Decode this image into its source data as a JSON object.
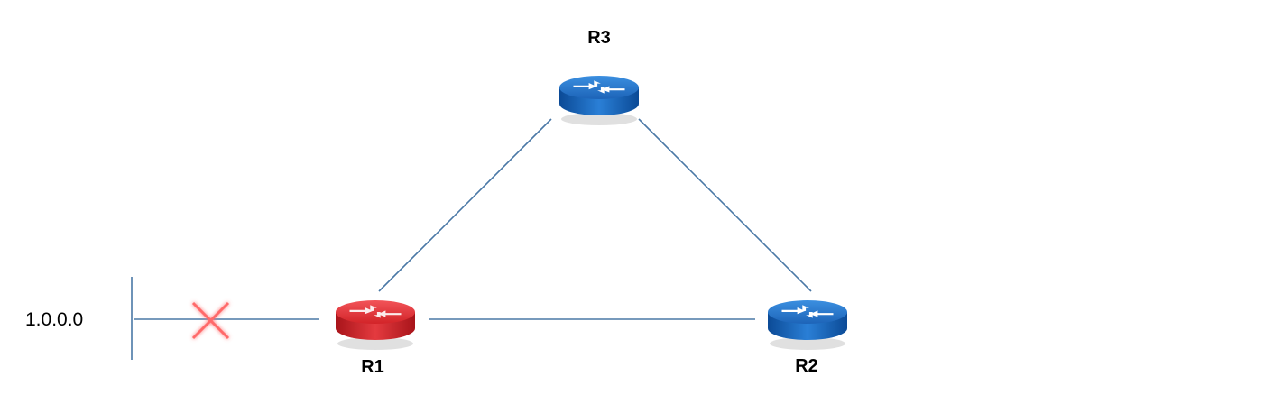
{
  "network": {
    "label": "1.0.0.0"
  },
  "routers": {
    "r1": {
      "label": "R1",
      "color": "#d9252b",
      "state": "failed-link"
    },
    "r2": {
      "label": "R2",
      "color": "#1f6fc5"
    },
    "r3": {
      "label": "R3",
      "color": "#1f6fc5"
    }
  },
  "links": [
    {
      "from": "R1",
      "to": "R3"
    },
    {
      "from": "R3",
      "to": "R2"
    },
    {
      "from": "R1",
      "to": "R2"
    },
    {
      "from": "R1",
      "to": "1.0.0.0",
      "status": "down"
    }
  ],
  "colors": {
    "link": "#4a78a6",
    "failure_mark": "#ff6b6b"
  }
}
